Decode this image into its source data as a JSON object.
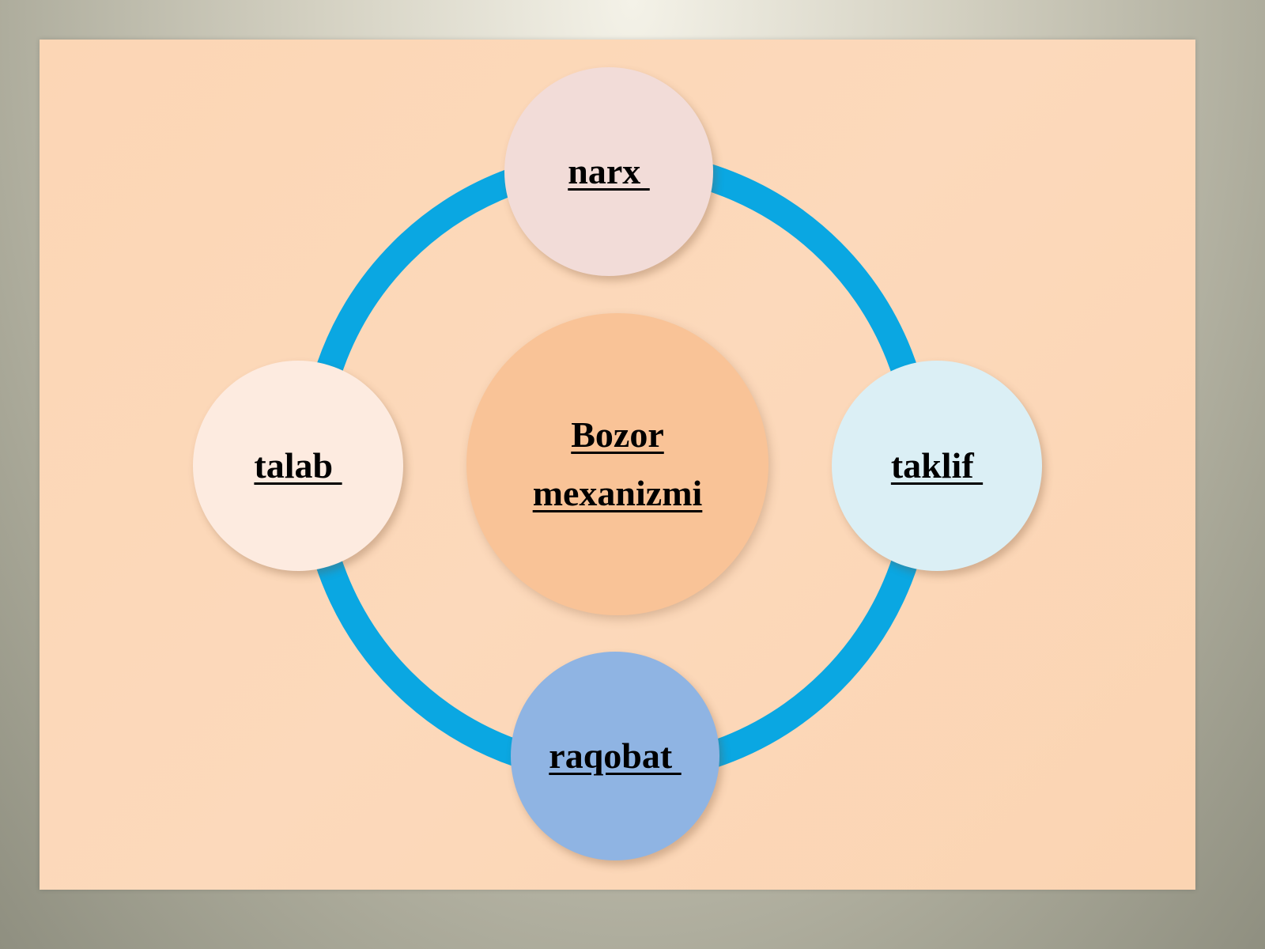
{
  "diagram": {
    "center": {
      "label": "Bozor\nmexanizmi "
    },
    "nodes": {
      "top": {
        "label": "narx "
      },
      "left": {
        "label": "talab "
      },
      "right": {
        "label": "taklif "
      },
      "bottom": {
        "label": "raqobat "
      }
    }
  },
  "colors": {
    "ring": "#0aa7e2",
    "slide_background": "#fcd8b8",
    "node_top": "#f2dcd8",
    "node_left": "#fdebe0",
    "node_right": "#dbeff5",
    "node_bottom": "#8fb4e3",
    "node_center": "#f9c397"
  }
}
